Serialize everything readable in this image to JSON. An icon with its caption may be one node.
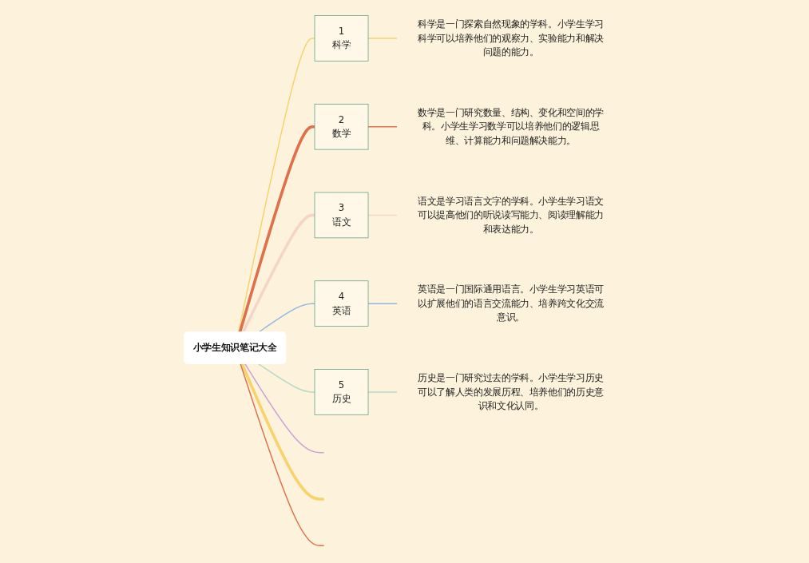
{
  "diagram": {
    "nodes": [
      {
        "text": [
          "小学生知识笔记大全"
        ]
      },
      {
        "text": [
          "1",
          "科学"
        ]
      },
      {
        "text": [
          "2",
          "数学"
        ]
      },
      {
        "text": [
          "3",
          "语文"
        ]
      },
      {
        "text": [
          "4",
          "英语"
        ]
      },
      {
        "text": [
          "5",
          "历史"
        ]
      },
      {
        "text": [
          "科学是一门探索自然现象的学科。小学生学习科学可以培养他们的观察力、实验能力和解决问题的能力。"
        ]
      },
      {
        "text": [
          "数学是一门研究数量、结构、变化和空间的学科。小学生学习数学可以培养他们的逻辑思维、计算能力和问题解决能力。"
        ]
      },
      {
        "text": [
          "语文是学习语言文字的学科。小学生学习语文可以提高他们的听说读写能力、阅读理解能力和表达能力。"
        ]
      },
      {
        "text": [
          "英语是一门国际通用语言。小学生学习英语可以扩展他们的语言交流能力、培养跨文化交流意识。"
        ]
      },
      {
        "text": [
          "历史是一门研究过去的学科。小学生学习历史可以了解人类的发展历程、培养他们的历史意识和文化认同。"
        ]
      }
    ],
    "edges": [
      {
        "from": 0,
        "to": 1,
        "arrow": "none",
        "color": "#f7d36b"
      },
      {
        "from": 0,
        "to": 2,
        "arrow": "none",
        "style": "thick",
        "color": "#e0704a"
      },
      {
        "from": 0,
        "to": 3,
        "arrow": "none",
        "style": "thick",
        "color": "#f5d5c8"
      },
      {
        "from": 0,
        "to": 4,
        "arrow": "none",
        "color": "#8fb8e0"
      },
      {
        "from": 0,
        "to": 5,
        "arrow": "none",
        "color": "#b8d8c8"
      },
      {
        "from": 0,
        "to": null,
        "arrow": "none",
        "color": "#c8a0d8"
      },
      {
        "from": 0,
        "to": null,
        "arrow": "none",
        "style": "thick",
        "color": "#f7d36b"
      },
      {
        "from": 0,
        "to": null,
        "arrow": "none",
        "color": "#e0704a"
      },
      {
        "from": 1,
        "to": 6,
        "arrow": "none",
        "color": "#f7d36b"
      },
      {
        "from": 2,
        "to": 7,
        "arrow": "none",
        "color": "#e0704a"
      },
      {
        "from": 3,
        "to": 8,
        "arrow": "none",
        "color": "#f5d5c8"
      },
      {
        "from": 4,
        "to": 9,
        "arrow": "none",
        "color": "#8fb8e0"
      },
      {
        "from": 5,
        "to": 10,
        "arrow": "none",
        "color": "#b8d8c8"
      }
    ]
  }
}
